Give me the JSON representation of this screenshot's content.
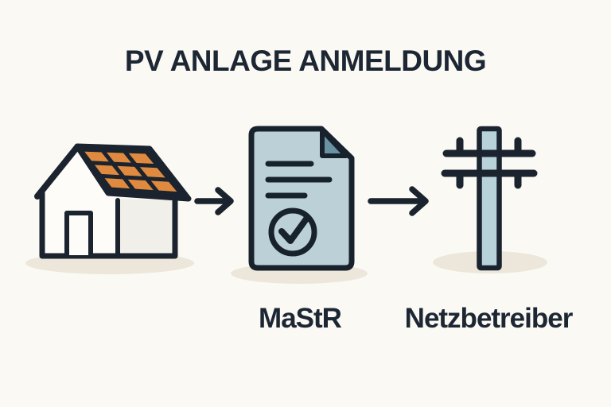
{
  "title": "PV ANLAGE ANMELDUNG",
  "flow": {
    "direction": "left-to-right",
    "connector_glyph": "→",
    "nodes": [
      {
        "id": "house",
        "icon": "house-with-solar-panels-icon",
        "label": ""
      },
      {
        "id": "mastr",
        "icon": "document-checkmark-icon",
        "label": "MaStR"
      },
      {
        "id": "netzbetreiber",
        "icon": "utility-pole-icon",
        "label": "Netzbetreiber"
      }
    ]
  },
  "colors": {
    "background": "#fbf9f4",
    "ink": "#1a232e",
    "solar_panel_orange": "#df8a3e",
    "document_fill": "#bcd1d7",
    "document_fold": "#6a92a3",
    "pole_fill": "#b7d3d9",
    "wall_front": "#fdfcf8",
    "wall_side": "#f1efe9",
    "ground_shadow": "#ece7da"
  }
}
